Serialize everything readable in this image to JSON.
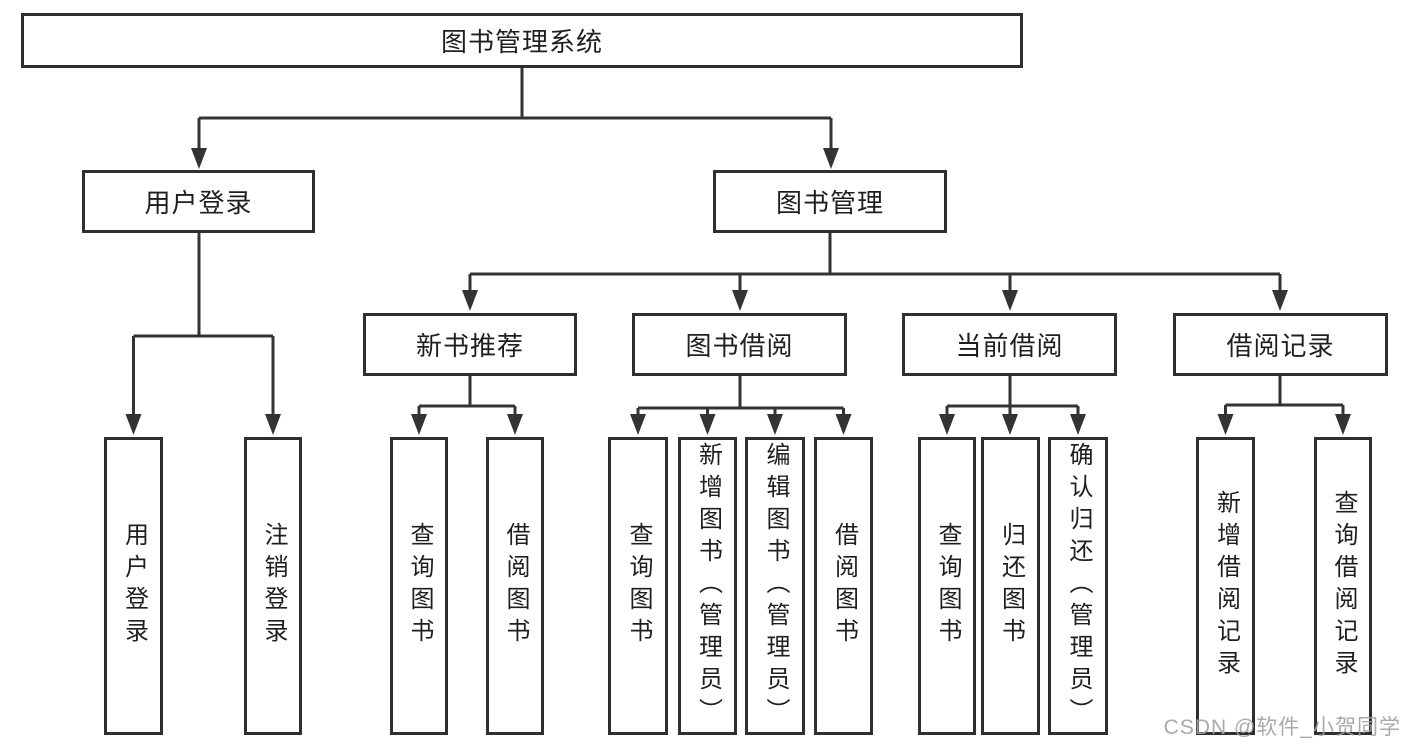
{
  "tree": {
    "root": {
      "label": "图书管理系统",
      "children": [
        {
          "label": "用户登录",
          "children": [
            {
              "label": "用户登录"
            },
            {
              "label": "注销登录"
            }
          ]
        },
        {
          "label": "图书管理",
          "children": [
            {
              "label": "新书推荐",
              "children": [
                {
                  "label": "查询图书"
                },
                {
                  "label": "借阅图书"
                }
              ]
            },
            {
              "label": "图书借阅",
              "children": [
                {
                  "label": "查询图书"
                },
                {
                  "label": "新增图书（管理员）"
                },
                {
                  "label": "编辑图书（管理员）"
                },
                {
                  "label": "借阅图书"
                }
              ]
            },
            {
              "label": "当前借阅",
              "children": [
                {
                  "label": "查询图书"
                },
                {
                  "label": "归还图书"
                },
                {
                  "label": "确认归还（管理员）"
                }
              ]
            },
            {
              "label": "借阅记录",
              "children": [
                {
                  "label": "新增借阅记录"
                },
                {
                  "label": "查询借阅记录"
                }
              ]
            }
          ]
        }
      ]
    }
  },
  "watermark": {
    "text": "CSDN @软件_小贺同学"
  },
  "colors": {
    "line": "#333333",
    "box_border": "#2f2f2f",
    "text": "#1f1f1f",
    "watermark": "#a3a3a3",
    "background": "#ffffff"
  }
}
